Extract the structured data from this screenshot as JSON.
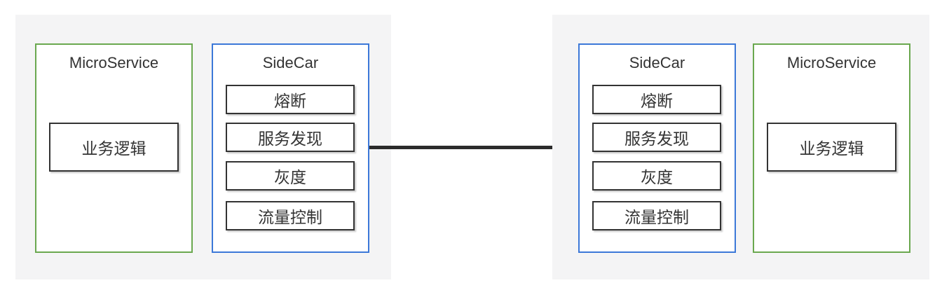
{
  "diagram": {
    "type": "sidecar-pattern-architecture",
    "colors": {
      "page_background": "#ffffff",
      "panel_background": "#f4f4f5",
      "microservice_border": "#6aa84f",
      "sidecar_border": "#3c78d8",
      "inner_box_border": "#333333",
      "connector_line": "#2b2b2b",
      "text": "#333333"
    }
  },
  "groups": [
    {
      "side": "left",
      "microservice": {
        "title": "MicroService",
        "inner_label": "业务逻辑"
      },
      "sidecar": {
        "title": "SideCar",
        "items": [
          "熔断",
          "服务发现",
          "灰度",
          "流量控制"
        ]
      }
    },
    {
      "side": "right",
      "sidecar": {
        "title": "SideCar",
        "items": [
          "熔断",
          "服务发现",
          "灰度",
          "流量控制"
        ]
      },
      "microservice": {
        "title": "MicroService",
        "inner_label": "业务逻辑"
      }
    }
  ]
}
